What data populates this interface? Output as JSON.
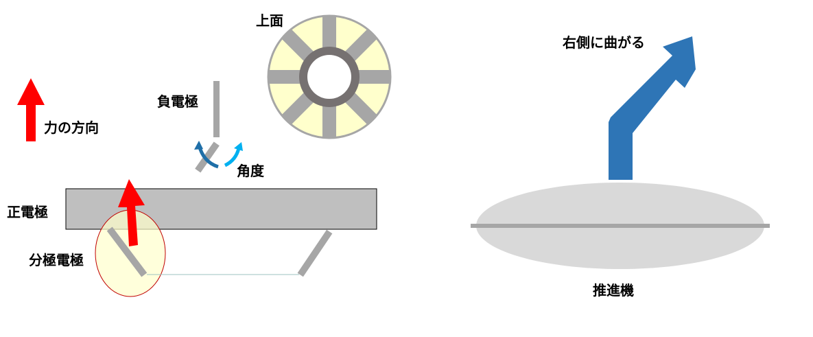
{
  "labels": {
    "top_view": "上面",
    "negative_electrode": "負電極",
    "force_direction": "力の方向",
    "angle": "角度",
    "positive_electrode": "正電極",
    "polarizing_electrode": "分極電極",
    "curve_right": "右側に曲がる",
    "thruster": "推進機"
  },
  "colors": {
    "force_arrow": "#ff0000",
    "electrode_gray": "#a6a6a6",
    "ring_dark": "#767171",
    "cream": "#ffffcc",
    "highlight_fill": "#ffffcc",
    "highlight_stroke": "#c00000",
    "angle_arrow_dark": "#1f6fa8",
    "angle_arrow_light": "#00b0f0",
    "thrust_arrow": "#2e75b6",
    "thruster_fill": "#d9d9d9",
    "connector_line": "#9dc3c1"
  }
}
